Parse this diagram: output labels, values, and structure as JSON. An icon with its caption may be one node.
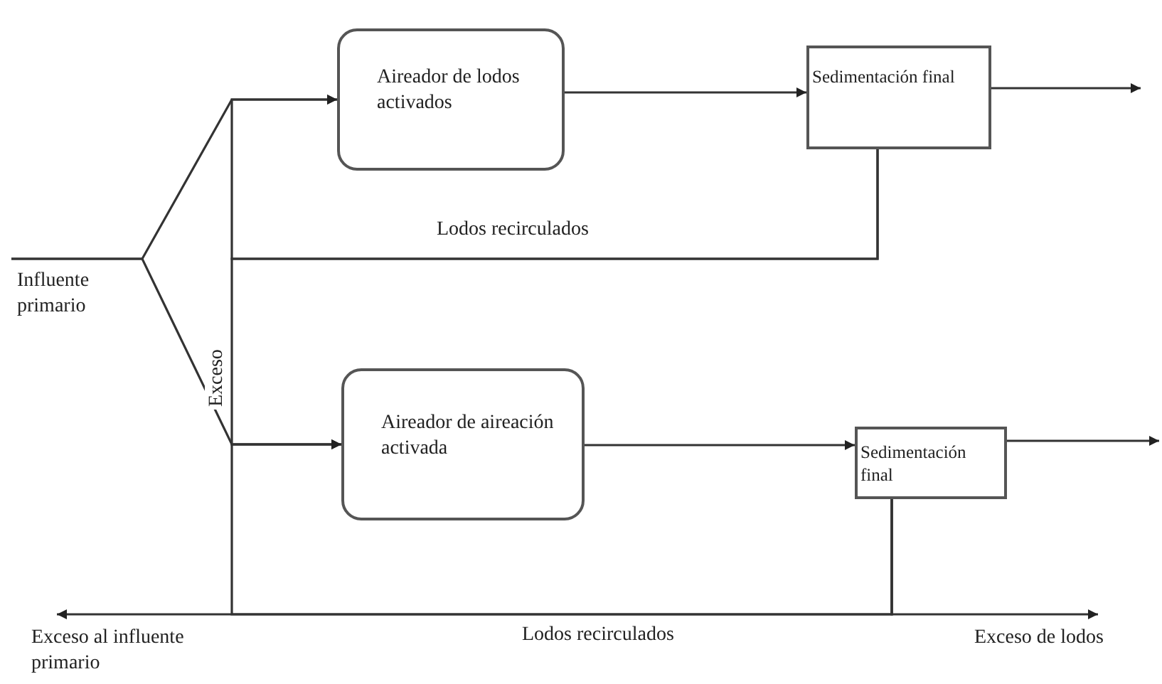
{
  "diagram": {
    "nodes": [
      {
        "text": [
          "Influente primario"
        ]
      },
      {
        "text": [
          "Aireador de lodos activados"
        ]
      },
      {
        "text": [
          "Sedimentación final"
        ]
      },
      {
        "text": [
          "Aireador de aireación activada"
        ]
      },
      {
        "text": [
          "Sedimentación final"
        ]
      }
    ],
    "edges": [
      {
        "from": 0,
        "to": 1,
        "arrow": "to"
      },
      {
        "from": 0,
        "to": 3,
        "arrow": "to"
      },
      {
        "from": 1,
        "to": 2,
        "arrow": "to"
      },
      {
        "from": 2,
        "to": null,
        "arrow": "to"
      },
      {
        "from": 3,
        "to": 4,
        "arrow": "to"
      },
      {
        "from": 4,
        "to": null,
        "arrow": "to"
      },
      {
        "from": 2,
        "to": 1,
        "arrow": "to",
        "label": "Lodos recirculados"
      },
      {
        "from": 2,
        "to": 3,
        "arrow": "to",
        "label": "Exceso"
      },
      {
        "from": 4,
        "to": 3,
        "arrow": "to",
        "label": "Lodos recirculados"
      },
      {
        "from": 4,
        "to": null,
        "arrow": "to",
        "label": "Exceso de lodos"
      },
      {
        "from": 4,
        "to": null,
        "arrow": "to",
        "label": "Exceso al influente primario"
      }
    ]
  }
}
